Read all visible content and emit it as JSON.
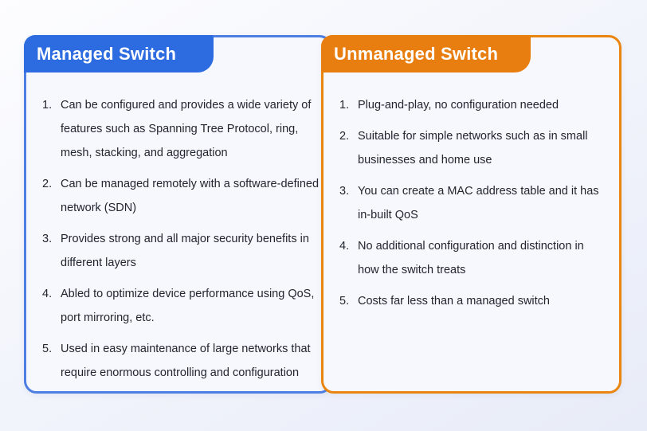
{
  "page": {
    "background_top": "#fdfdff",
    "background_bottom": "#e8ecf8",
    "text_color": "#22262e"
  },
  "cards": [
    {
      "title": "Managed Switch",
      "accent": "#2d6ce0",
      "border": "#4d7fe3",
      "items": [
        "Can be configured and provides a wide variety of features such as Spanning Tree Protocol, ring, mesh, stacking, and aggregation",
        "Can be managed remotely with a software-defined network (SDN)",
        "Provides strong and all major security benefits in different layers",
        "Abled to optimize device performance using QoS, port mirroring, etc.",
        "Used in easy maintenance of large networks that require enormous controlling and configuration"
      ]
    },
    {
      "title": "Unmanaged Switch",
      "accent": "#e87e10",
      "border": "#ea860f",
      "items": [
        "Plug-and-play, no configuration needed",
        "Suitable for simple networks such as in small businesses and home use",
        "You can create a MAC address table and it has in-built QoS",
        "No additional configuration and distinction in how the switch treats",
        "Costs far less than a managed switch"
      ]
    }
  ]
}
